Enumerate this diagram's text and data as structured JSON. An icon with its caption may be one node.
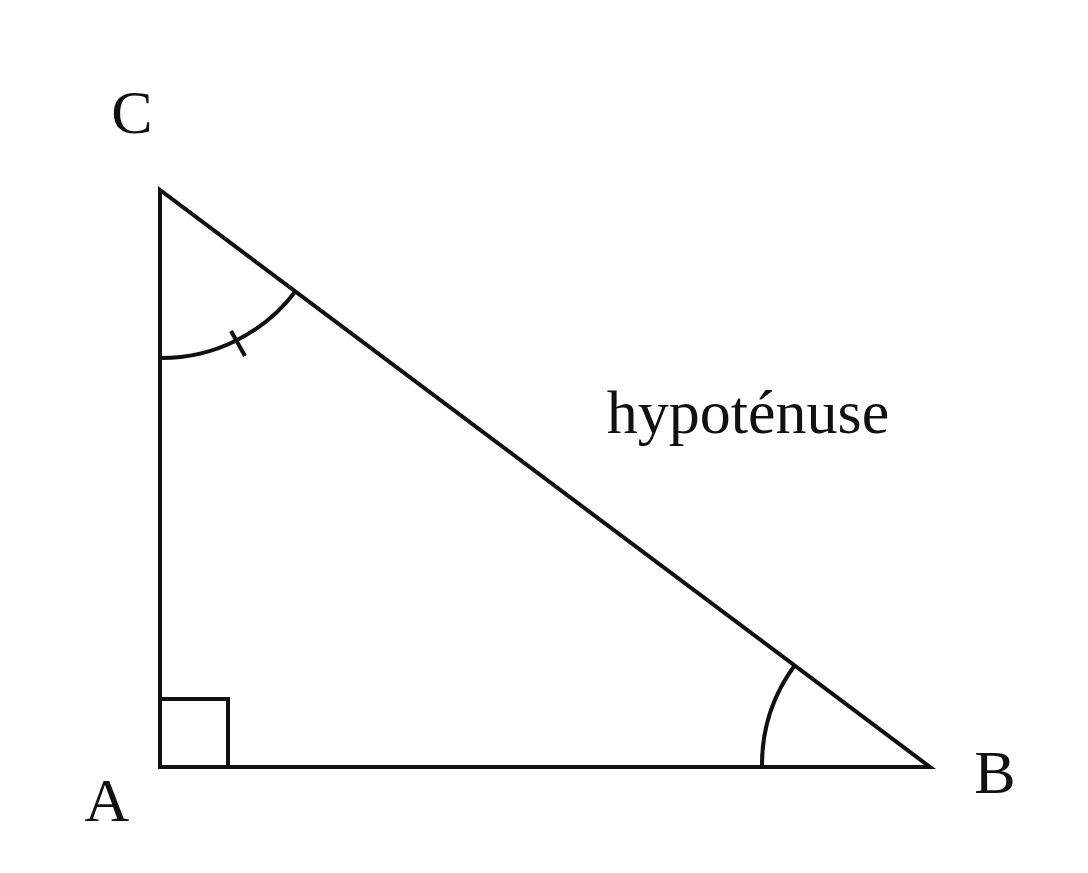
{
  "diagram": {
    "labels": [
      "C",
      "hypoténuse",
      "B",
      "A"
    ]
  }
}
